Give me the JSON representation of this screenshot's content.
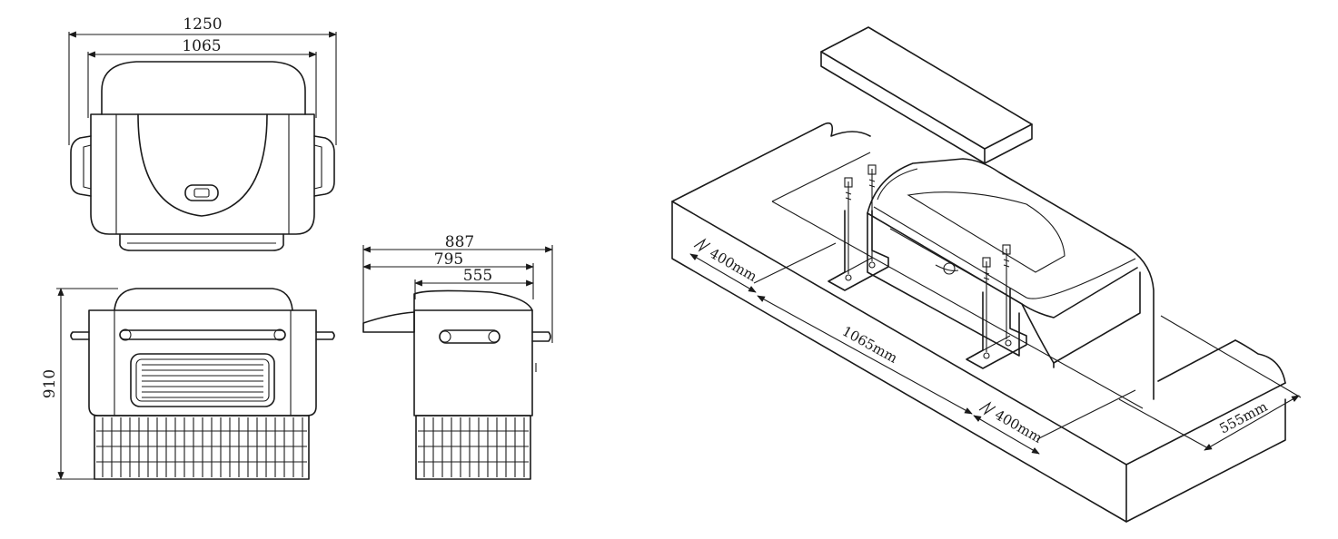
{
  "front_view": {
    "overall_width": "1250",
    "inner_width": "1065",
    "height": "910"
  },
  "side_view": {
    "overall_depth": "887",
    "mid_depth": "795",
    "inner_depth": "555"
  },
  "installation_view": {
    "clearance_left": "400mm",
    "clearance_right": "400mm",
    "pit_length": "1065mm",
    "pit_width": "555mm"
  }
}
